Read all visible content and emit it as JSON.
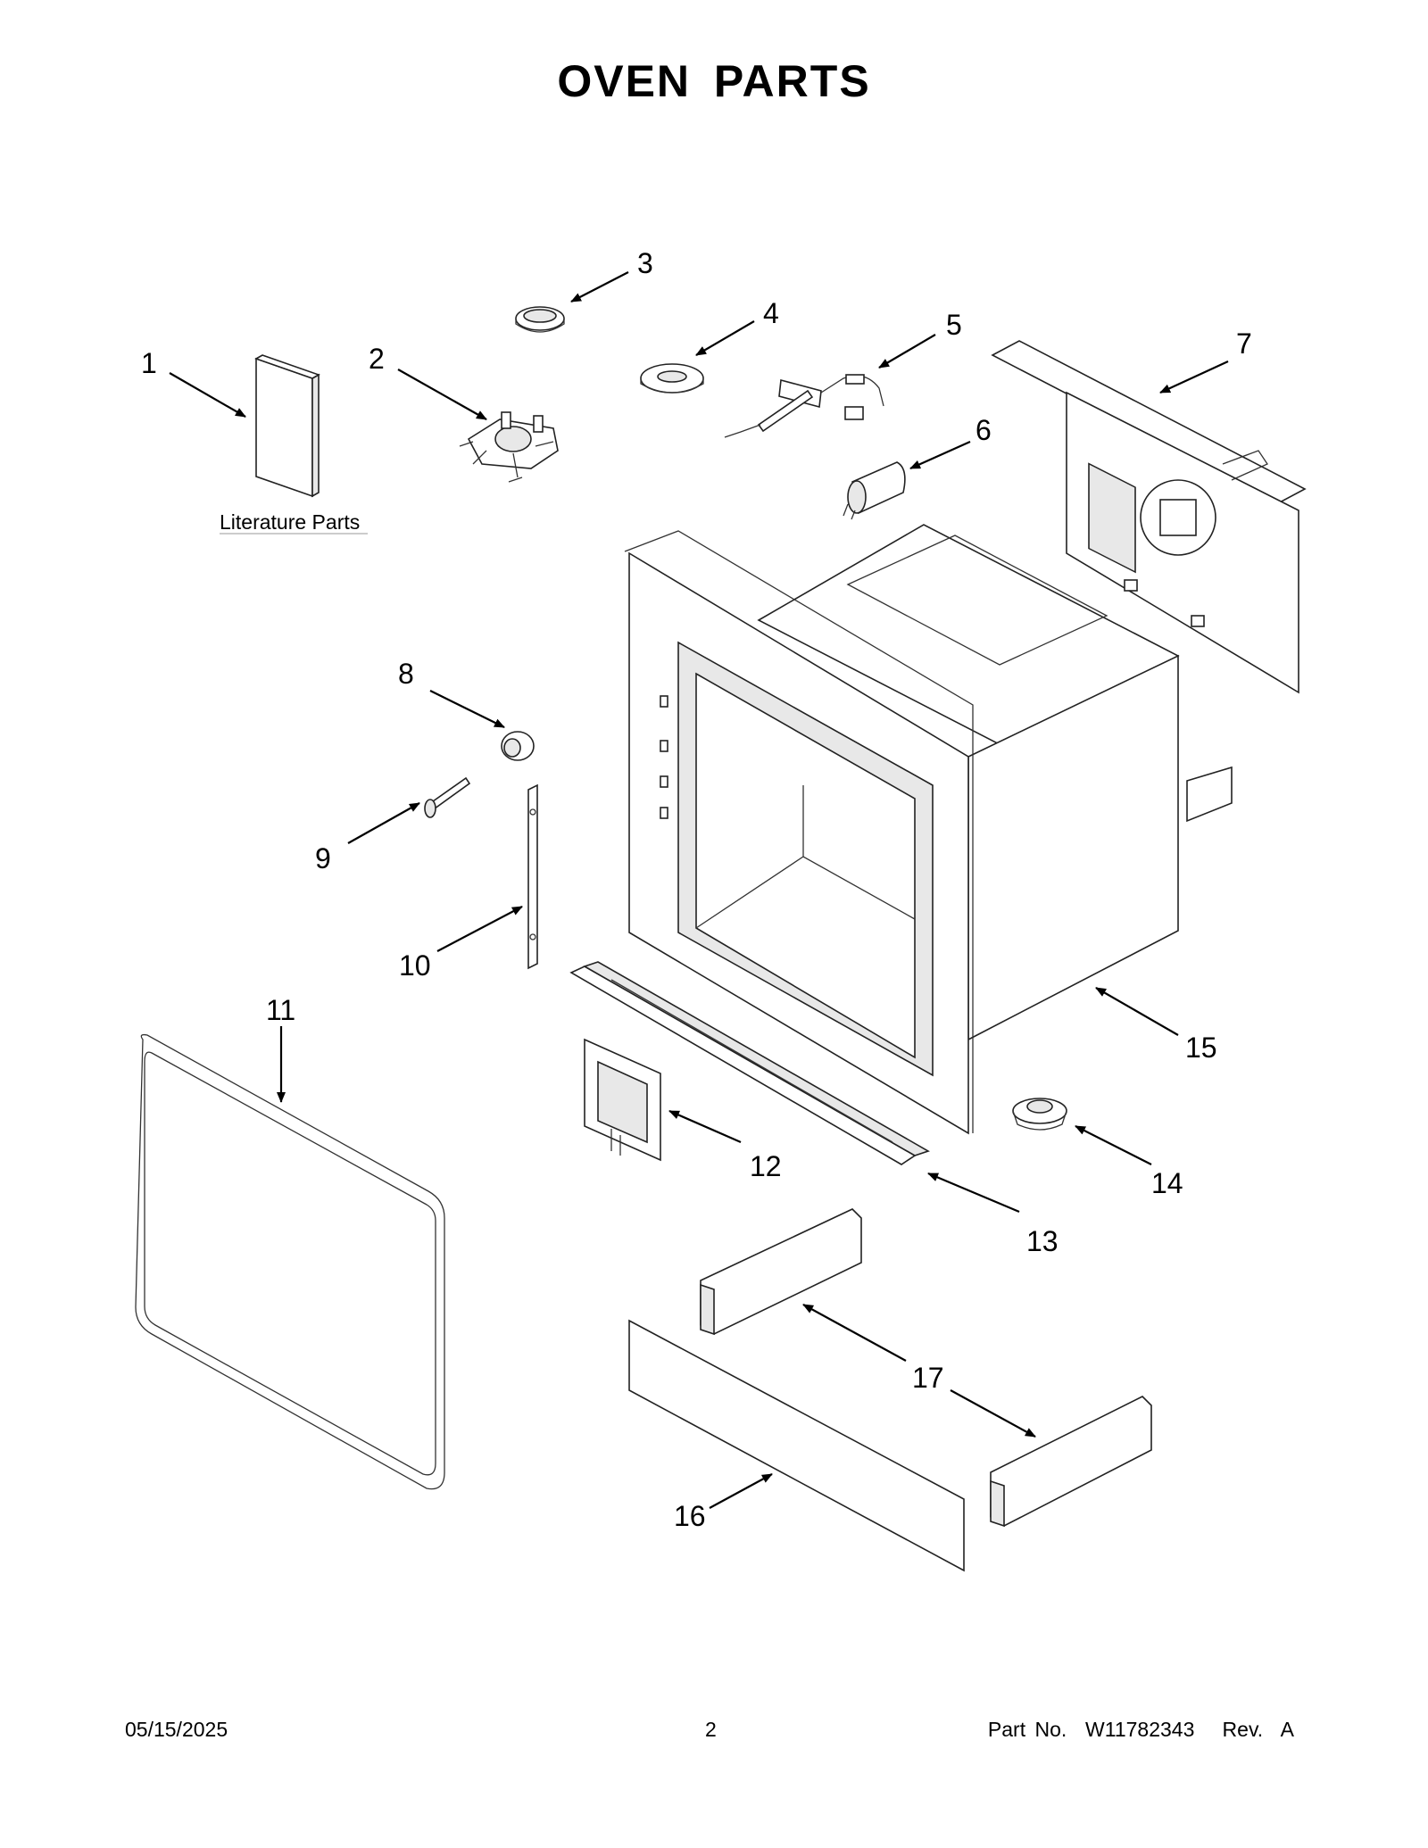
{
  "title": "OVEN  PARTS",
  "literature_label": "Literature Parts",
  "callouts": [
    "1",
    "2",
    "3",
    "4",
    "5",
    "6",
    "7",
    "8",
    "9",
    "10",
    "11",
    "12",
    "13",
    "14",
    "15",
    "16",
    "17"
  ],
  "footer": {
    "date": "05/15/2025",
    "page": "2",
    "part_no": "Part No.  W11782343   Rev.  A"
  }
}
